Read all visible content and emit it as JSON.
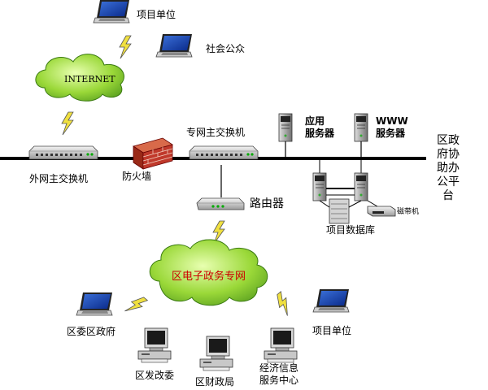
{
  "colors": {
    "cloud_fill": "#a8e040",
    "backbone": "#000000",
    "lightning": "#f0e040",
    "firewall": "#c0392b",
    "ez_text": "#cc0000"
  },
  "labels": {
    "project_unit_top": "项目单位",
    "public": "社会公众",
    "internet": "INTERNET",
    "external_switch": "外网主交换机",
    "firewall": "防火墙",
    "private_switch": "专网主交换机",
    "app_server": [
      "应用",
      "服务器"
    ],
    "www_server": [
      "WWW",
      "服务器"
    ],
    "platform": [
      "区政",
      "府协",
      "助办",
      "公平",
      "台"
    ],
    "router": "路由器",
    "tape": "磁带机",
    "project_db": "项目数据库",
    "egov_network": "区电子政务专网",
    "district_gov": "区委区政府",
    "reform_commission": "区发改委",
    "finance_bureau": "区财政局",
    "econ_info_center": [
      "经济信息",
      "服务中心"
    ],
    "project_unit_bottom": "项目单位"
  },
  "icons": [
    "laptop-icon",
    "cloud-icon",
    "switch-icon",
    "firewall-icon",
    "server-tower-icon",
    "router-icon",
    "desktop-pc-icon",
    "tape-drive-icon",
    "lightning-icon"
  ]
}
